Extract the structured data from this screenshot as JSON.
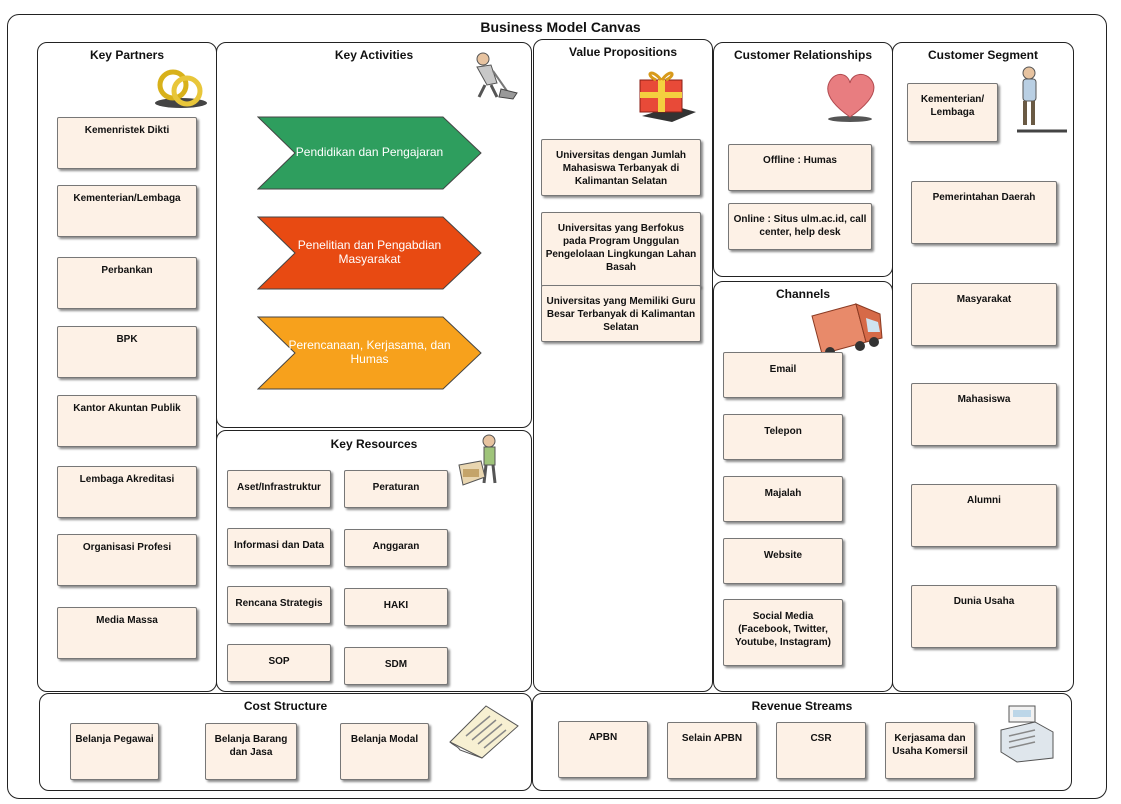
{
  "title": "Business Model Canvas",
  "sections": {
    "key_partners": {
      "title": "Key Partners",
      "items": [
        "Kemenristek Dikti",
        "Kementerian/Lembaga",
        "Perbankan",
        "BPK",
        "Kantor Akuntan Publik",
        "Lembaga Akreditasi",
        "Organisasi Profesi",
        "Media Massa"
      ]
    },
    "key_activities": {
      "title": "Key Activities",
      "items": [
        "Pendidikan dan Pengajaran",
        "Penelitian dan Pengabdian Masyarakat",
        "Perencanaan, Kerjasama, dan Humas"
      ],
      "colors": [
        "#2e9e5e",
        "#e84a12",
        "#f7a11c"
      ]
    },
    "key_resources": {
      "title": "Key Resources",
      "items": [
        "Aset/Infrastruktur",
        "Peraturan",
        "Informasi dan Data",
        "Anggaran",
        "Rencana Strategis",
        "HAKI",
        "SOP",
        "SDM"
      ]
    },
    "value_propositions": {
      "title": "Value Propositions",
      "items": [
        "Universitas dengan Jumlah Mahasiswa Terbanyak di Kalimantan Selatan",
        "Universitas yang Berfokus pada Program Unggulan Pengelolaan Lingkungan Lahan Basah",
        "Universitas yang Memiliki Guru Besar Terbanyak di Kalimantan Selatan"
      ]
    },
    "customer_relationships": {
      "title": "Customer Relationships",
      "items": [
        "Offline : Humas",
        "Online : Situs ulm.ac.id, call center, help desk"
      ]
    },
    "channels": {
      "title": "Channels",
      "items": [
        "Email",
        "Telepon",
        "Majalah",
        "Website",
        "Social Media (Facebook, Twitter, Youtube, Instagram)"
      ]
    },
    "customer_segment": {
      "title": "Customer Segment",
      "items": [
        "Kementerian/ Lembaga",
        "Pemerintahan Daerah",
        "Masyarakat",
        "Mahasiswa",
        "Alumni",
        "Dunia Usaha"
      ]
    },
    "cost_structure": {
      "title": "Cost Structure",
      "items": [
        "Belanja Pegawai",
        "Belanja Barang dan Jasa",
        "Belanja Modal"
      ]
    },
    "revenue_streams": {
      "title": "Revenue Streams",
      "items": [
        "APBN",
        "Selain APBN",
        "CSR",
        "Kerjasama dan Usaha Komersil"
      ]
    }
  },
  "icons": {
    "key_partners": "rings-icon",
    "key_activities": "worker-icon",
    "key_resources": "person-with-machine-icon",
    "value_propositions": "gift-icon",
    "customer_relationships": "heart-icon",
    "channels": "truck-icon",
    "customer_segment": "person-icon",
    "cost_structure": "document-icon",
    "revenue_streams": "cash-register-icon"
  }
}
